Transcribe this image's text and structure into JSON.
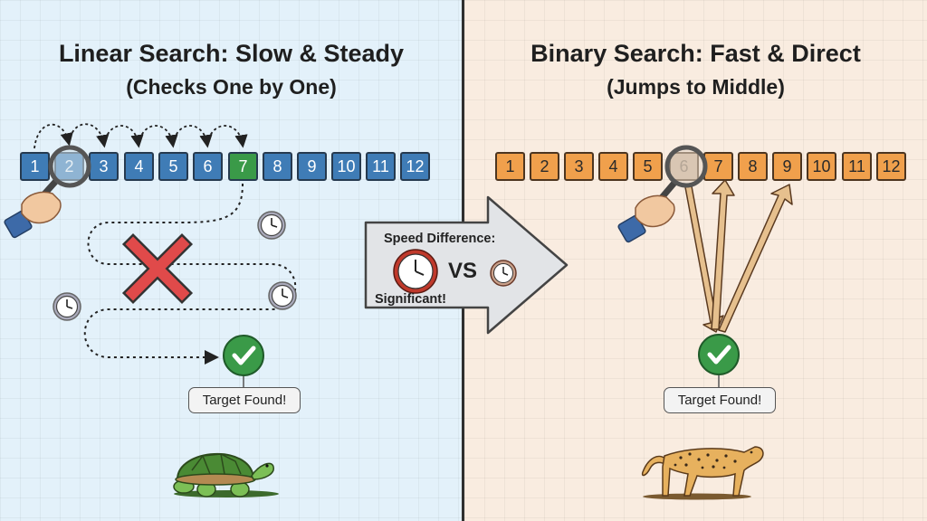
{
  "left": {
    "title": "Linear Search: Slow & Steady",
    "subtitle": "(Checks One by One)",
    "cells": [
      "1",
      "2",
      "3",
      "4",
      "5",
      "6",
      "7",
      "8",
      "9",
      "10",
      "11",
      "12"
    ],
    "found_label": "Target Found!"
  },
  "right": {
    "title": "Binary Search: Fast & Direct",
    "subtitle": "(Jumps to Middle)",
    "cells": [
      "1",
      "2",
      "3",
      "4",
      "5",
      "6",
      "7",
      "8",
      "9",
      "10",
      "11",
      "12"
    ],
    "found_label": "Target Found!"
  },
  "center": {
    "speed_label": "Speed Difference:",
    "vs_label": "VS",
    "significant_label": "Significant!"
  },
  "colors": {
    "left_bg": "#e3f1fa",
    "right_bg": "#f9ece0",
    "cell_blue": "#3f7cb6",
    "cell_green": "#3a9a48",
    "cell_orange": "#f0a04c",
    "cross_red": "#e04a4a",
    "check_green": "#3a9a48",
    "clock_red": "#c0392b"
  },
  "icons": [
    "magnifier-icon",
    "hand-icon",
    "clock-icon",
    "red-x-icon",
    "checkmark-icon",
    "turtle-icon",
    "cheetah-icon",
    "arrow-icon"
  ]
}
